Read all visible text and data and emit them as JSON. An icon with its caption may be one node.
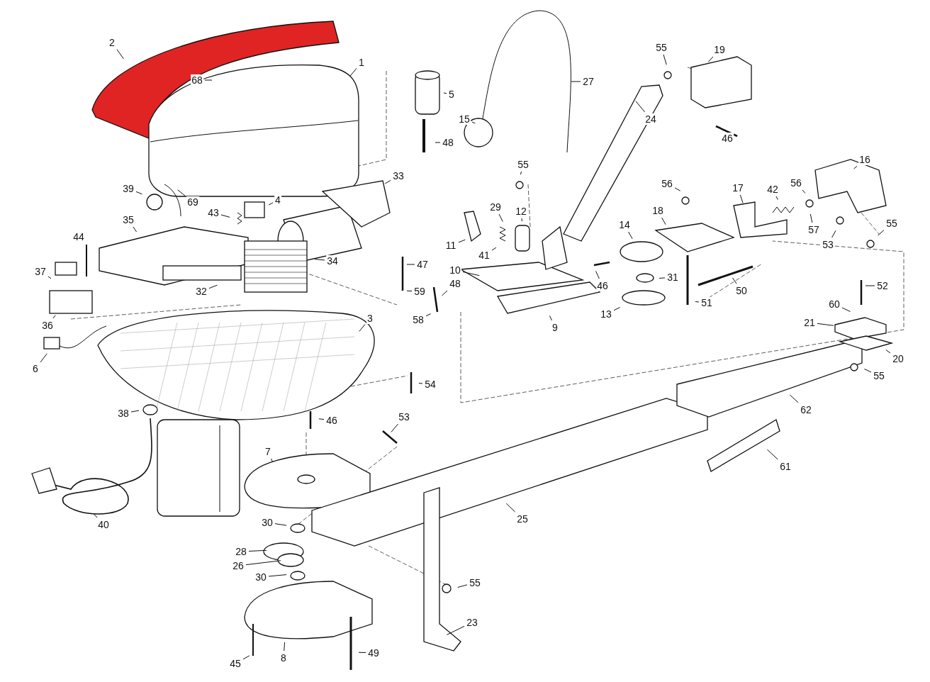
{
  "diagram": {
    "nodes": [
      {
        "text": [
          "2"
        ]
      },
      {
        "text": [
          "68"
        ]
      },
      {
        "text": [
          "1"
        ]
      },
      {
        "text": [
          "5"
        ]
      },
      {
        "text": [
          "27"
        ]
      },
      {
        "text": [
          "15"
        ]
      },
      {
        "text": [
          "48"
        ]
      },
      {
        "text": [
          "55"
        ]
      },
      {
        "text": [
          "19"
        ]
      },
      {
        "text": [
          "24"
        ]
      },
      {
        "text": [
          "46"
        ]
      },
      {
        "text": [
          "16"
        ]
      },
      {
        "text": [
          "39"
        ]
      },
      {
        "text": [
          "69"
        ]
      },
      {
        "text": [
          "33"
        ]
      },
      {
        "text": [
          "4"
        ]
      },
      {
        "text": [
          "43"
        ]
      },
      {
        "text": [
          "35"
        ]
      },
      {
        "text": [
          "44"
        ]
      },
      {
        "text": [
          "55"
        ]
      },
      {
        "text": [
          "29"
        ]
      },
      {
        "text": [
          "12"
        ]
      },
      {
        "text": [
          "11"
        ]
      },
      {
        "text": [
          "41"
        ]
      },
      {
        "text": [
          "10"
        ]
      },
      {
        "text": [
          "56"
        ]
      },
      {
        "text": [
          "17"
        ]
      },
      {
        "text": [
          "42"
        ]
      },
      {
        "text": [
          "56"
        ]
      },
      {
        "text": [
          "57"
        ]
      },
      {
        "text": [
          "14"
        ]
      },
      {
        "text": [
          "18"
        ]
      },
      {
        "text": [
          "53"
        ]
      },
      {
        "text": [
          "55"
        ]
      },
      {
        "text": [
          "47"
        ]
      },
      {
        "text": [
          "34"
        ]
      },
      {
        "text": [
          "32"
        ]
      },
      {
        "text": [
          "59"
        ]
      },
      {
        "text": [
          "37"
        ]
      },
      {
        "text": [
          "36"
        ]
      },
      {
        "text": [
          "48"
        ]
      },
      {
        "text": [
          "58"
        ]
      },
      {
        "text": [
          "46"
        ]
      },
      {
        "text": [
          "31"
        ]
      },
      {
        "text": [
          "50"
        ]
      },
      {
        "text": [
          "52"
        ]
      },
      {
        "text": [
          "51"
        ]
      },
      {
        "text": [
          "13"
        ]
      },
      {
        "text": [
          "9"
        ]
      },
      {
        "text": [
          "60"
        ]
      },
      {
        "text": [
          "21"
        ]
      },
      {
        "text": [
          "3"
        ]
      },
      {
        "text": [
          "20"
        ]
      },
      {
        "text": [
          "55"
        ]
      },
      {
        "text": [
          "6"
        ]
      },
      {
        "text": [
          "54"
        ]
      },
      {
        "text": [
          "62"
        ]
      },
      {
        "text": [
          "38"
        ]
      },
      {
        "text": [
          "46"
        ]
      },
      {
        "text": [
          "53"
        ]
      },
      {
        "text": [
          "61"
        ]
      },
      {
        "text": [
          "7"
        ]
      },
      {
        "text": [
          "40"
        ]
      },
      {
        "text": [
          "25"
        ]
      },
      {
        "text": [
          "30"
        ]
      },
      {
        "text": [
          "28"
        ]
      },
      {
        "text": [
          "26"
        ]
      },
      {
        "text": [
          "30"
        ]
      },
      {
        "text": [
          "55"
        ]
      },
      {
        "text": [
          "23"
        ]
      },
      {
        "text": [
          "45"
        ]
      },
      {
        "text": [
          "8"
        ]
      },
      {
        "text": [
          "49"
        ]
      }
    ],
    "edges": [
      {
        "from": 0,
        "to": null,
        "arrow": "none"
      },
      {
        "from": 1,
        "to": null,
        "arrow": "none"
      },
      {
        "from": 2,
        "to": null,
        "arrow": "none"
      },
      {
        "from": 3,
        "to": null,
        "arrow": "none"
      },
      {
        "from": 4,
        "to": null,
        "arrow": "none"
      },
      {
        "from": 5,
        "to": null,
        "arrow": "none"
      },
      {
        "from": 6,
        "to": null,
        "arrow": "none"
      },
      {
        "from": 7,
        "to": null,
        "arrow": "none"
      },
      {
        "from": 8,
        "to": null,
        "arrow": "none"
      },
      {
        "from": 9,
        "to": null,
        "arrow": "none"
      },
      {
        "from": 10,
        "to": null,
        "arrow": "none"
      },
      {
        "from": 11,
        "to": null,
        "arrow": "none"
      },
      {
        "from": 12,
        "to": null,
        "arrow": "none"
      },
      {
        "from": 13,
        "to": null,
        "arrow": "none"
      },
      {
        "from": 14,
        "to": null,
        "arrow": "none"
      },
      {
        "from": 15,
        "to": null,
        "arrow": "none"
      },
      {
        "from": 16,
        "to": null,
        "arrow": "none"
      },
      {
        "from": 17,
        "to": null,
        "arrow": "none"
      },
      {
        "from": 18,
        "to": null,
        "arrow": "none"
      },
      {
        "from": 19,
        "to": null,
        "arrow": "none"
      },
      {
        "from": 20,
        "to": null,
        "arrow": "none"
      },
      {
        "from": 21,
        "to": null,
        "arrow": "none"
      },
      {
        "from": 22,
        "to": null,
        "arrow": "none"
      },
      {
        "from": 23,
        "to": null,
        "arrow": "none"
      },
      {
        "from": 24,
        "to": null,
        "arrow": "none"
      },
      {
        "from": 25,
        "to": null,
        "arrow": "none"
      },
      {
        "from": 26,
        "to": null,
        "arrow": "none"
      },
      {
        "from": 27,
        "to": null,
        "arrow": "none"
      },
      {
        "from": 28,
        "to": null,
        "arrow": "none"
      },
      {
        "from": 29,
        "to": null,
        "arrow": "none"
      },
      {
        "from": 30,
        "to": null,
        "arrow": "none"
      },
      {
        "from": 31,
        "to": null,
        "arrow": "none"
      },
      {
        "from": 32,
        "to": null,
        "arrow": "none"
      },
      {
        "from": 33,
        "to": null,
        "arrow": "none"
      },
      {
        "from": 34,
        "to": null,
        "arrow": "none"
      },
      {
        "from": 35,
        "to": null,
        "arrow": "none"
      },
      {
        "from": 36,
        "to": null,
        "arrow": "none"
      },
      {
        "from": 37,
        "to": null,
        "arrow": "none"
      },
      {
        "from": 38,
        "to": null,
        "arrow": "none"
      },
      {
        "from": 39,
        "to": null,
        "arrow": "none"
      },
      {
        "from": 40,
        "to": null,
        "arrow": "none"
      },
      {
        "from": 41,
        "to": null,
        "arrow": "none"
      },
      {
        "from": 42,
        "to": null,
        "arrow": "none"
      },
      {
        "from": 43,
        "to": null,
        "arrow": "none"
      },
      {
        "from": 44,
        "to": null,
        "arrow": "none"
      },
      {
        "from": 45,
        "to": null,
        "arrow": "none"
      },
      {
        "from": 46,
        "to": null,
        "arrow": "none"
      },
      {
        "from": 47,
        "to": null,
        "arrow": "none"
      },
      {
        "from": 48,
        "to": null,
        "arrow": "none"
      },
      {
        "from": 49,
        "to": null,
        "arrow": "none"
      },
      {
        "from": 50,
        "to": null,
        "arrow": "none"
      },
      {
        "from": 51,
        "to": null,
        "arrow": "none"
      },
      {
        "from": 52,
        "to": null,
        "arrow": "none"
      },
      {
        "from": 53,
        "to": null,
        "arrow": "none"
      },
      {
        "from": 54,
        "to": null,
        "arrow": "none"
      },
      {
        "from": 55,
        "to": null,
        "arrow": "none"
      },
      {
        "from": 56,
        "to": null,
        "arrow": "none"
      },
      {
        "from": 57,
        "to": null,
        "arrow": "none"
      },
      {
        "from": 58,
        "to": null,
        "arrow": "none"
      },
      {
        "from": 59,
        "to": null,
        "arrow": "none"
      },
      {
        "from": 60,
        "to": null,
        "arrow": "none"
      },
      {
        "from": 61,
        "to": null,
        "arrow": "none"
      },
      {
        "from": 62,
        "to": null,
        "arrow": "none"
      },
      {
        "from": 63,
        "to": null,
        "arrow": "none"
      },
      {
        "from": 64,
        "to": null,
        "arrow": "none"
      },
      {
        "from": 65,
        "to": null,
        "arrow": "none"
      },
      {
        "from": 66,
        "to": null,
        "arrow": "none"
      },
      {
        "from": 67,
        "to": null,
        "arrow": "none"
      },
      {
        "from": 68,
        "to": null,
        "arrow": "none"
      },
      {
        "from": 69,
        "to": null,
        "arrow": "none"
      },
      {
        "from": 70,
        "to": null,
        "arrow": "none"
      },
      {
        "from": 71,
        "to": null,
        "arrow": "none"
      },
      {
        "from": 72,
        "to": null,
        "arrow": "none"
      }
    ]
  }
}
